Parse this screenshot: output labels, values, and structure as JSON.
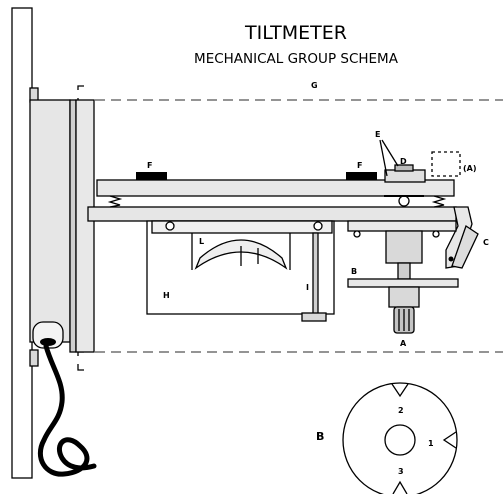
{
  "title": "TILTMETER",
  "subtitle": "MECHANICAL GROUP SCHEMA",
  "labels": {
    "G": "G",
    "F_left": "F",
    "F_right": "F",
    "E": "E",
    "D": "D",
    "A_paren": "(A)",
    "C": "C",
    "L": "L",
    "B_upper": "B",
    "H": "H",
    "I": "I",
    "A_lower": "A",
    "B_detail": "B"
  },
  "disc_numbers": {
    "n1": "1",
    "n2": "2",
    "n3": "3"
  }
}
